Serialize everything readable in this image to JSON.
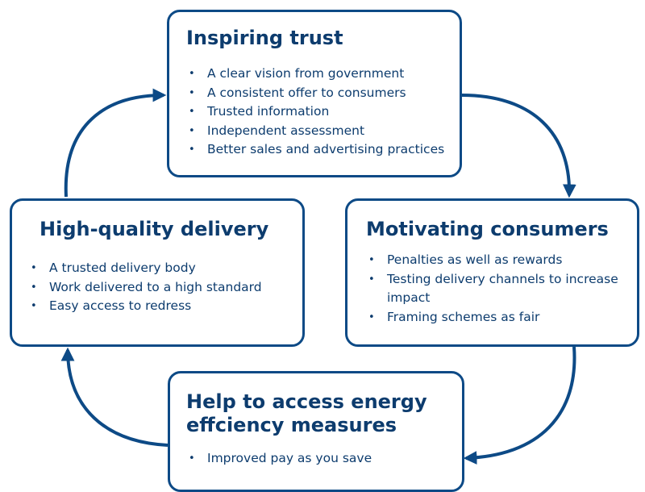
{
  "diagram": {
    "nodes": [
      {
        "id": "inspiring-trust",
        "title": "Inspiring trust",
        "items": [
          "A clear vision from government",
          "A consistent offer to consumers",
          "Trusted information",
          "Independent assessment",
          "Better sales and advertising practices"
        ]
      },
      {
        "id": "motivating-consumers",
        "title": "Motivating consumers",
        "items": [
          "Penalties as well as rewards",
          "Testing delivery channels to increase impact",
          "Framing schemes as fair"
        ]
      },
      {
        "id": "help-to-access",
        "title": "Help to access energy effciency measures",
        "items": [
          "Improved pay as you save"
        ]
      },
      {
        "id": "high-quality-delivery",
        "title": "High-quality delivery",
        "items": [
          "A trusted delivery body",
          "Work delivered to a high standard",
          "Easy access to redress"
        ]
      }
    ],
    "edges": [
      {
        "from": "inspiring-trust",
        "to": "motivating-consumers"
      },
      {
        "from": "motivating-consumers",
        "to": "help-to-access"
      },
      {
        "from": "help-to-access",
        "to": "high-quality-delivery"
      },
      {
        "from": "high-quality-delivery",
        "to": "inspiring-trust"
      }
    ],
    "colors": {
      "border": "#0d4a86",
      "text": "#0d3c6e",
      "arrow": "#0d4a86"
    }
  }
}
